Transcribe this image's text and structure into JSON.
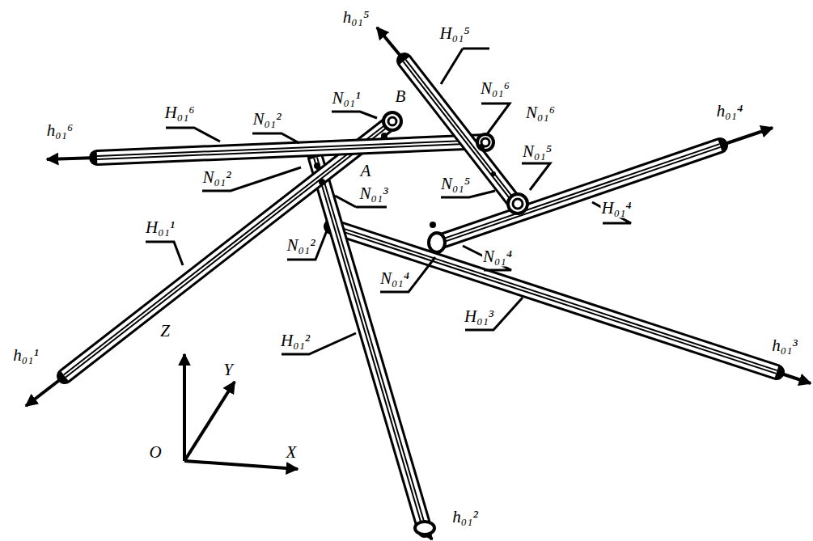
{
  "diagram": {
    "labels": [
      "h₀₁⁵",
      "H₀₁⁵",
      "H₀₁⁶",
      "N₀₁²",
      "N₀₁¹",
      "B",
      "N₀₁⁶",
      "N₀₁⁶",
      "N₀₁⁵",
      "h₀₁⁶",
      "h₀₁⁴",
      "N₀₁²",
      "A",
      "N₀₁³",
      "N₀₁⁵",
      "H₀₁⁴",
      "N₀₁²",
      "N₀₁⁴",
      "N₀₁⁴",
      "H₀₁¹",
      "H₀₁³",
      "H₀₁²",
      "h₀₁¹",
      "h₀₁³",
      "h₀₁²",
      "Z",
      "Y",
      "X",
      "O"
    ]
  }
}
